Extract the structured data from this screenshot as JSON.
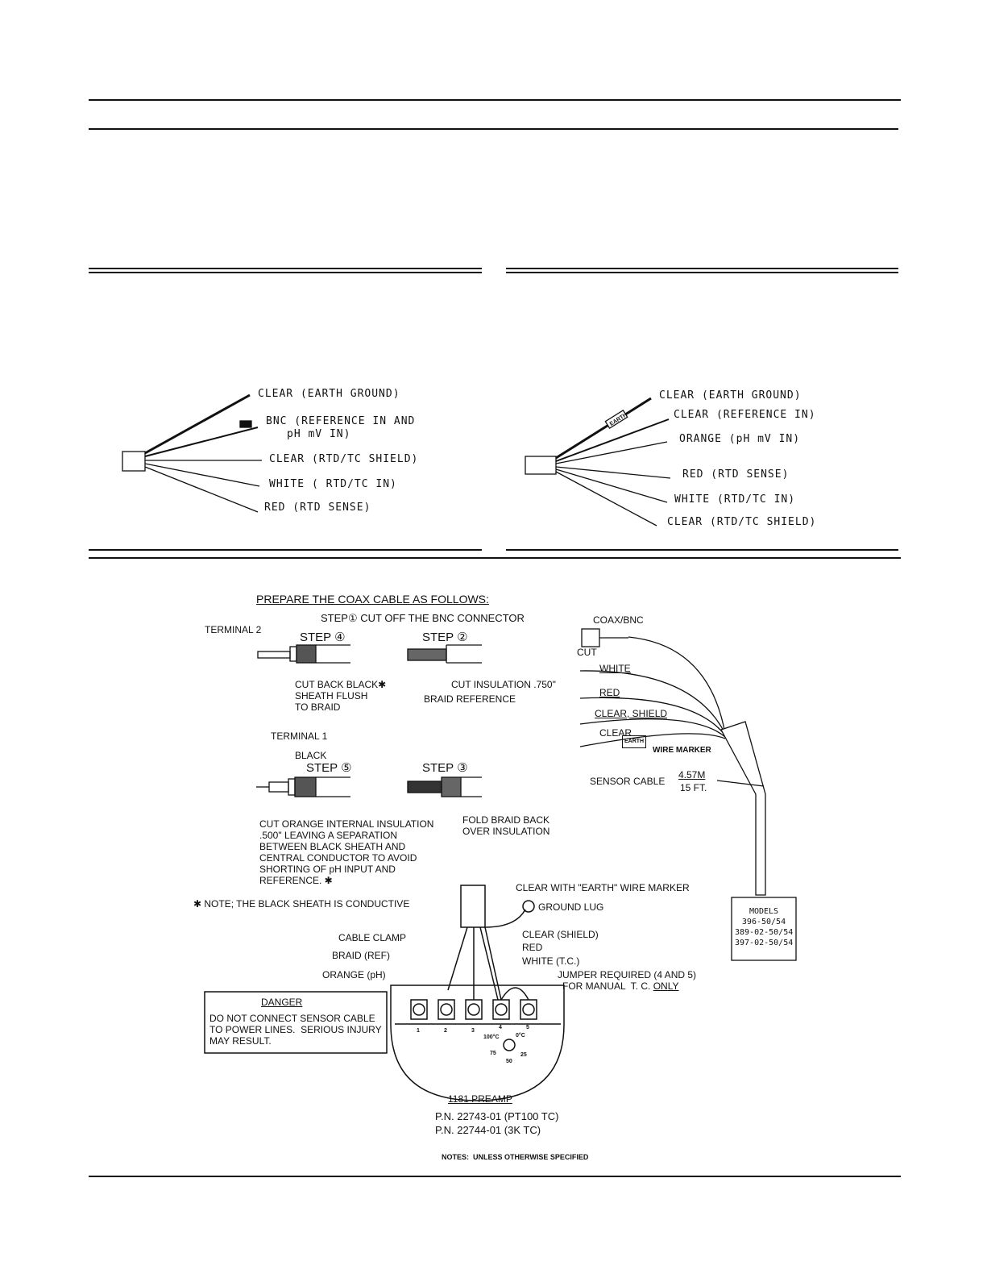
{
  "fig_left": {
    "labels": [
      "CLEAR (EARTH GROUND)",
      "BNC (REFERENCE IN AND",
      "pH mV IN)",
      "CLEAR (RTD/TC SHIELD)",
      "WHITE ( RTD/TC IN)",
      "RED (RTD SENSE)"
    ]
  },
  "fig_right": {
    "labels": [
      "CLEAR (EARTH GROUND)",
      "CLEAR (REFERENCE IN)",
      "ORANGE (pH mV IN)",
      "RED (RTD SENSE)",
      "WHITE (RTD/TC IN)",
      "CLEAR (RTD/TC SHIELD)"
    ],
    "marker": "EARTH"
  },
  "coax": {
    "title": "PREPARE THE COAX CABLE AS FOLLOWS:",
    "step1": "STEP① CUT OFF THE BNC CONNECTOR",
    "terminal2": "TERMINAL 2",
    "step4": "STEP ④",
    "step4_note": "CUT BACK BLACK✱\nSHEATH FLUSH\nTO BRAID",
    "step2": "STEP ②",
    "step2_note1": "CUT INSULATION .750\"",
    "step2_note2": "BRAID REFERENCE",
    "terminal1": "TERMINAL 1",
    "black": "BLACK",
    "step5": "STEP ⑤",
    "step3": "STEP ③",
    "step5_note": "CUT ORANGE INTERNAL INSULATION\n.500\" LEAVING A SEPARATION\nBETWEEN BLACK SHEATH AND\nCENTRAL CONDUCTOR TO AVOID\nSHORTING OF pH INPUT AND\nREFERENCE. ✱",
    "step3_note": "FOLD BRAID BACK\nOVER INSULATION",
    "note": "✱ NOTE; THE BLACK SHEATH IS CONDUCTIVE"
  },
  "cable": {
    "coax_bnc": "COAX/BNC",
    "cut": "CUT",
    "white": "WHITE",
    "red": "RED",
    "clear_shield": "CLEAR, SHIELD",
    "clear": "CLEAR",
    "earth": "EARTH",
    "wire_marker": "WIRE MARKER",
    "sensor_cable": "SENSOR CABLE",
    "len_m": "4.57M",
    "len_ft": "15 FT.",
    "models": [
      "MODELS",
      "396-50/54",
      "389-02-50/54",
      "397-02-50/54"
    ]
  },
  "preamp": {
    "earth_marker": "CLEAR WITH \"EARTH\" WIRE MARKER",
    "ground_lug": "GROUND LUG",
    "cable_clamp": "CABLE CLAMP",
    "braid": "BRAID (REF)",
    "orange": "ORANGE (pH)",
    "clear_shield": "CLEAR (SHIELD)",
    "red": "RED",
    "white": "WHITE (T.C.)",
    "jumper": "JUMPER REQUIRED (4 AND 5)",
    "jumper2": "FOR MANUAL  T. C. ",
    "only": "ONLY",
    "terminals": [
      "1",
      "2",
      "3",
      "4",
      "5"
    ],
    "dial": [
      "100°C",
      "0°C",
      "75",
      "25",
      "50"
    ],
    "name": "1181 PREAMP",
    "pn1": "P.N. 22743-01 (PT100 TC)",
    "pn2": "P.N. 22744-01 (3K TC)"
  },
  "danger": {
    "title": "DANGER",
    "text": "DO NOT CONNECT SENSOR CABLE\nTO POWER LINES.  SERIOUS INJURY\nMAY RESULT."
  },
  "notes": "NOTES:  UNLESS OTHERWISE SPECIFIED"
}
